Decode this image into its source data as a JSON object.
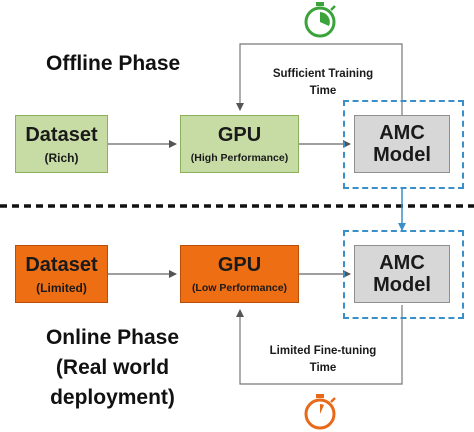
{
  "offline": {
    "phase_title": "Offline Phase",
    "dataset_title": "Dataset",
    "dataset_sub": "(Rich)",
    "gpu_title": "GPU",
    "gpu_sub": "(High Performance)",
    "model_line1": "AMC",
    "model_line2": "Model",
    "time_note_line1": "Sufficient Training",
    "time_note_line2": "Time"
  },
  "online": {
    "phase_line1": "Online Phase",
    "phase_line2": "(Real world",
    "phase_line3": "deployment)",
    "dataset_title": "Dataset",
    "dataset_sub": "(Limited)",
    "gpu_title": "GPU",
    "gpu_sub": "(Low Performance)",
    "model_line1": "AMC",
    "model_line2": "Model",
    "time_note_line1": "Limited Fine-tuning",
    "time_note_line2": "Time"
  },
  "colors": {
    "offline_fill": "#c7dca5",
    "online_fill": "#ee6e14",
    "model_fill": "#d7d7d7",
    "highlight_dash": "#3a8fc8",
    "timer_green": "#3aa33a",
    "timer_orange": "#e8691a"
  },
  "icons": {
    "offline_timer": "stopwatch-icon",
    "online_timer": "stopwatch-icon"
  }
}
